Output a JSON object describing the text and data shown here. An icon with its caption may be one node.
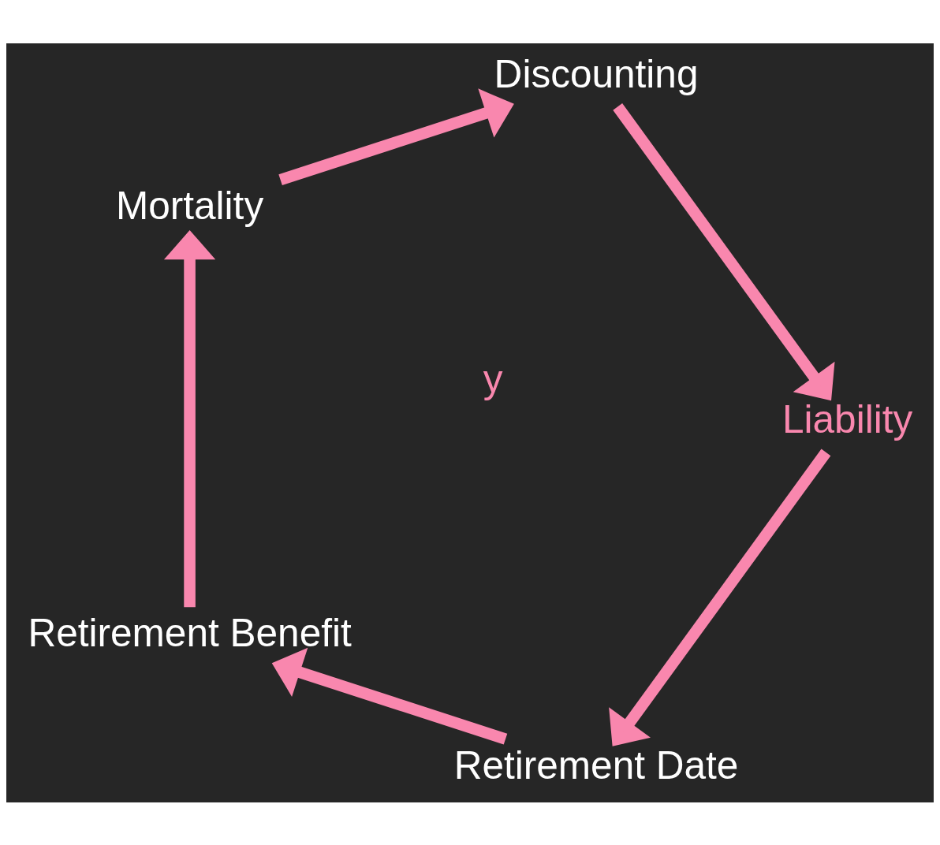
{
  "diagram": {
    "nodes": [
      {
        "text": [
          "Retirement Date"
        ]
      },
      {
        "text": [
          "Retirement Benefit"
        ]
      },
      {
        "text": [
          "Mortality"
        ]
      },
      {
        "text": [
          "Discounting"
        ]
      },
      {
        "text": [
          "Liability"
        ]
      }
    ],
    "edges": [
      {
        "from": 0,
        "to": 1,
        "arrow": "to"
      },
      {
        "from": 1,
        "to": 2,
        "arrow": "to"
      },
      {
        "from": 2,
        "to": 3,
        "arrow": "to"
      },
      {
        "from": 3,
        "to": 4,
        "arrow": "to"
      },
      {
        "from": 4,
        "to": 0,
        "arrow": "to"
      }
    ],
    "labels": [
      "y"
    ]
  }
}
